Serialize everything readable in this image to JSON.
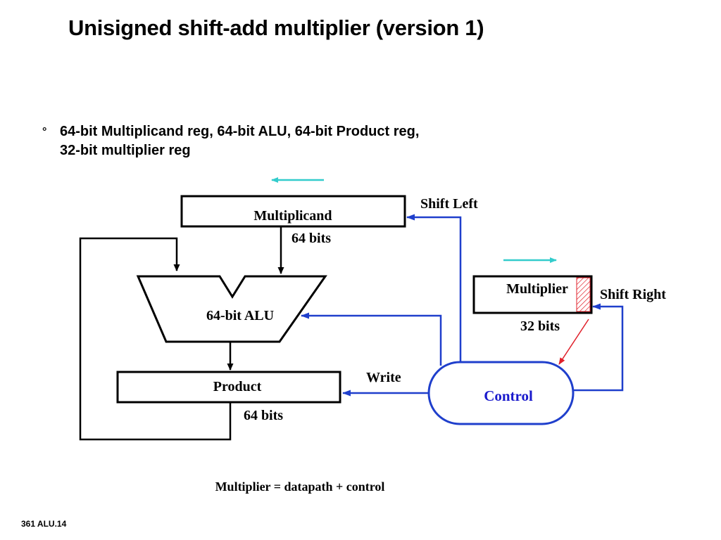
{
  "slide": {
    "title": "Unisigned shift-add multiplier (version 1)",
    "bullet_symbol": "°",
    "bullet_lines": [
      "64-bit Multiplicand reg, 64-bit ALU, 64-bit Product reg,",
      "32-bit multiplier reg"
    ],
    "footer": "361 ALU.14"
  },
  "diagram": {
    "multiplicand": {
      "label": "Multiplicand",
      "width_label": "64 bits"
    },
    "alu": {
      "label": "64-bit ALU"
    },
    "product": {
      "label": "Product",
      "width_label": "64 bits"
    },
    "multiplier": {
      "label": "Multiplier",
      "width_label": "32 bits"
    },
    "control": {
      "label": "Control"
    },
    "signals": {
      "shift_left": "Shift Left",
      "shift_right": "Shift Right",
      "write": "Write"
    },
    "caption": "Multiplier = datapath + control",
    "colors": {
      "control_lines": "#1f3fcc",
      "direction_arrows": "#33cccc",
      "lsb_arrow": "#e0202a",
      "lsb_hatch": "#e0202a",
      "control_text": "#1a1acc"
    }
  }
}
